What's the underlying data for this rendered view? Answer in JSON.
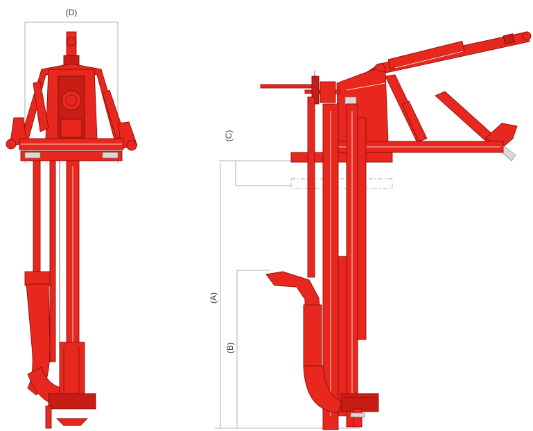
{
  "dimensions": {
    "A": "(A)",
    "B": "(B)",
    "C": "(C)",
    "D": "(D)"
  },
  "colors": {
    "machine_red": "#e8281e",
    "outline": "#8a0e08",
    "dimension_line": "#9a9a9a"
  }
}
